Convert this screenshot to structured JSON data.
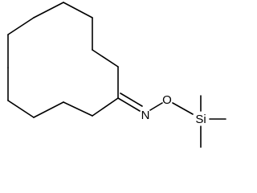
{
  "molecule": {
    "atoms": {
      "n": "N",
      "o": "O",
      "si": "Si"
    }
  },
  "colors": {
    "background": "#ffffff",
    "bond": "#000000",
    "label": "#000000"
  }
}
